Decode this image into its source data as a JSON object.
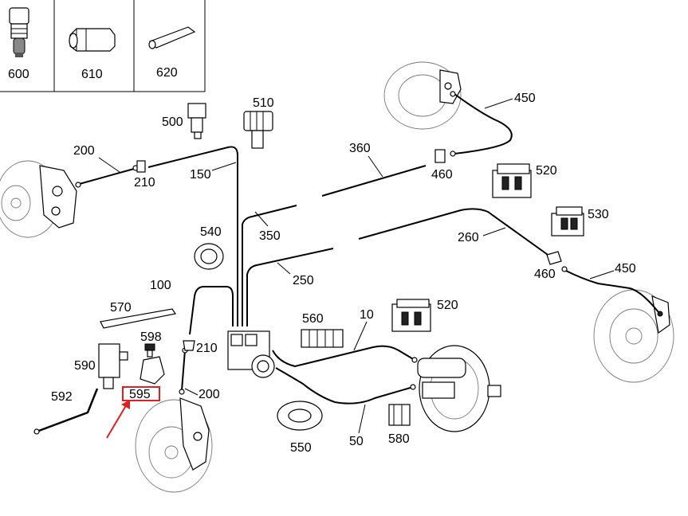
{
  "legend": {
    "items": [
      {
        "label": "600",
        "icon": "union-nut-icon"
      },
      {
        "label": "610",
        "icon": "hex-connector-icon"
      },
      {
        "label": "620",
        "icon": "sleeve-icon"
      }
    ]
  },
  "parts": {
    "p450_top": "450",
    "p500": "500",
    "p510": "510",
    "p200_left": "200",
    "p210_left": "210",
    "p150": "150",
    "p360": "360",
    "p460_top": "460",
    "p520_top": "520",
    "p530": "530",
    "p540": "540",
    "p350": "350",
    "p260": "260",
    "p460_right": "460",
    "p450_right": "450",
    "p250": "250",
    "p100": "100",
    "p570": "570",
    "p560": "560",
    "p520_mid": "520",
    "p10": "10",
    "p598": "598",
    "p210_bottom": "210",
    "p590": "590",
    "p595": "595",
    "p200_bottom": "200",
    "p592": "592",
    "p550": "550",
    "p50": "50",
    "p580": "580"
  },
  "highlight": {
    "label": "595",
    "color": "#e02020"
  }
}
